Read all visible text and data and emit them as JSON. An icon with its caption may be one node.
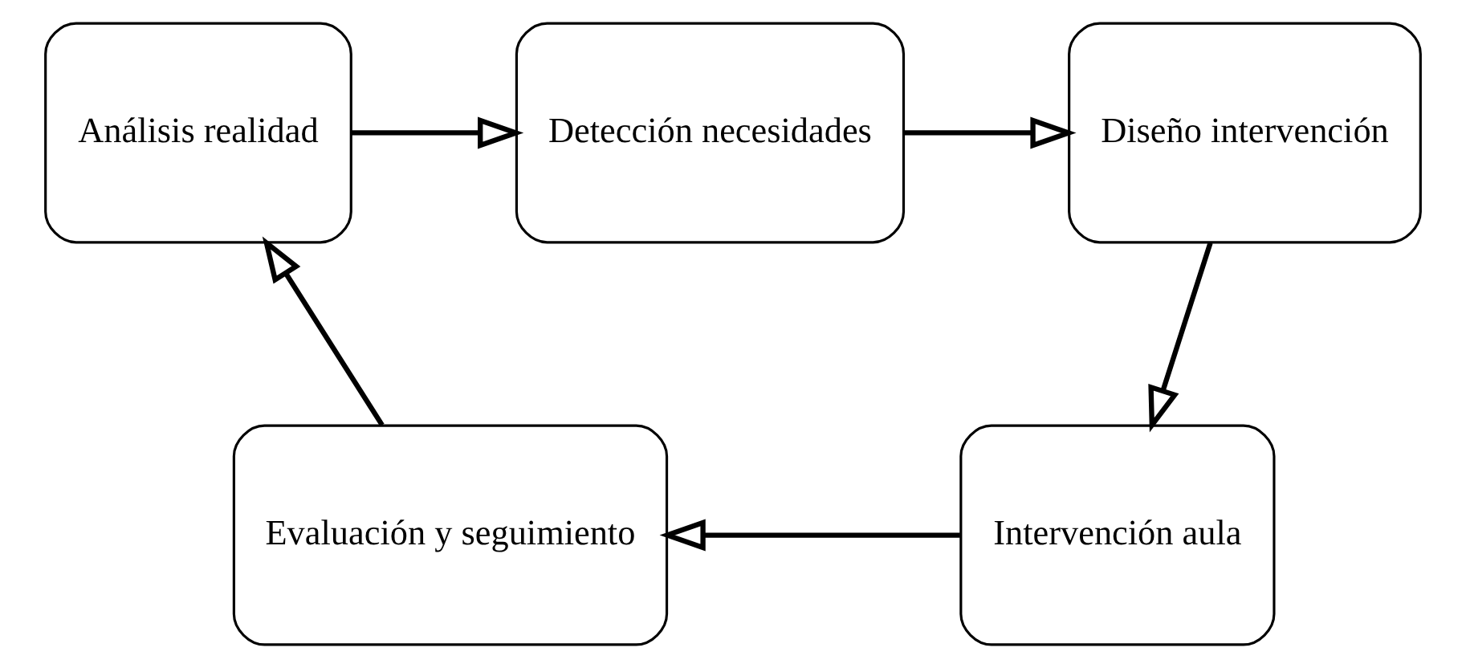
{
  "diagram": {
    "nodes": [
      {
        "text": [
          "Análisis realidad"
        ]
      },
      {
        "text": [
          "Detección necesidades"
        ]
      },
      {
        "text": [
          "Diseño intervención"
        ]
      },
      {
        "text": [
          "Intervención aula"
        ]
      },
      {
        "text": [
          "Evaluación y seguimiento"
        ]
      }
    ],
    "edges": [
      {
        "from": 0,
        "to": 1,
        "arrow": "to"
      },
      {
        "from": 1,
        "to": 2,
        "arrow": "to"
      },
      {
        "from": 2,
        "to": 3,
        "arrow": "to"
      },
      {
        "from": 3,
        "to": 4,
        "arrow": "to"
      },
      {
        "from": 4,
        "to": 0,
        "arrow": "to"
      }
    ]
  }
}
